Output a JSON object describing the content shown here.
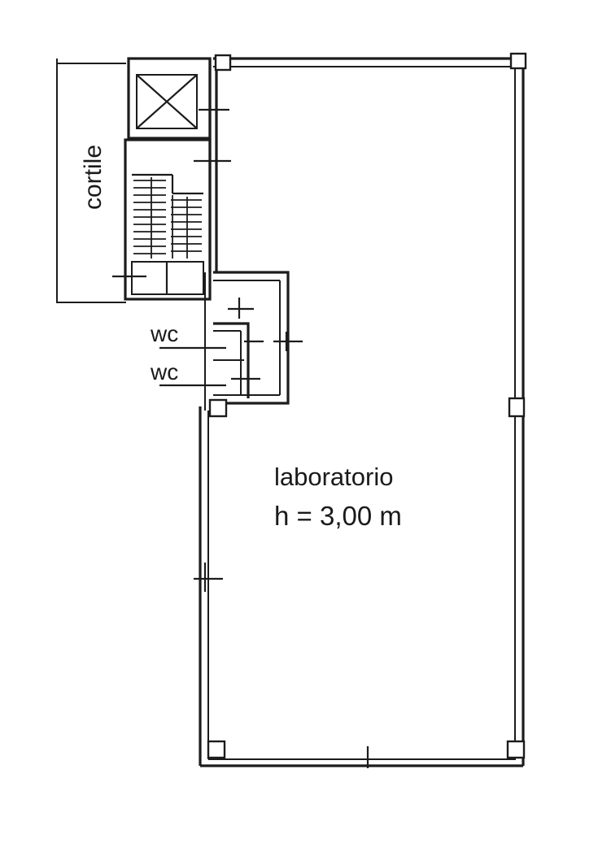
{
  "rooms": {
    "courtyard": {
      "label": "cortile"
    },
    "wc_upper": {
      "label": "wc"
    },
    "wc_lower": {
      "label": "wc"
    },
    "lab": {
      "label": "laboratorio",
      "height": "h = 3,00 m"
    }
  },
  "colors": {
    "ink": "#1c1c1c",
    "paper": "#ffffff"
  }
}
